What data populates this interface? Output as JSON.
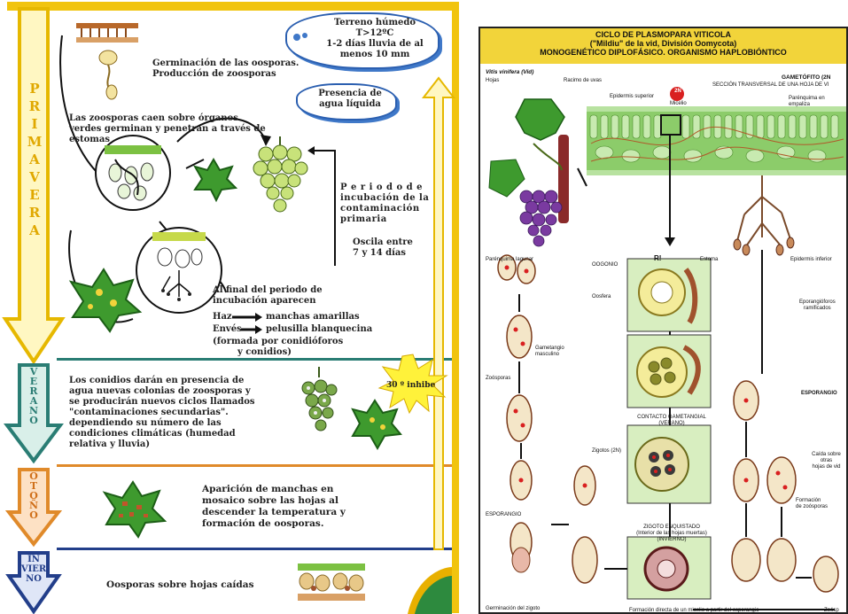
{
  "left": {
    "seasons": {
      "primavera": [
        "P",
        "R",
        "I",
        "M",
        "A",
        "V",
        "E",
        "R",
        "A"
      ],
      "verano": "VERANO",
      "otono": "OTOÑO",
      "invierno": [
        "IN",
        "VIER",
        "NO"
      ]
    },
    "germination": [
      "Germinación de las oosporas.",
      "Producción de zoosporas"
    ],
    "cloud1": [
      "Terreno húmedo",
      "T>12ºC",
      "1-2 días lluvia de al",
      "menos 10 mm"
    ],
    "cloud2": [
      "Presencia de",
      "agua líquida"
    ],
    "zoospores": [
      "Las zoosporas caen sobre órganos",
      "verdes germinan y penetran a través de",
      "estomas"
    ],
    "incubation": [
      "P e r i o d o   d e",
      "incubación de la",
      "contaminación",
      "primaria"
    ],
    "oscila": [
      "Oscila entre",
      "7 y 14 días"
    ],
    "end_incubation": [
      "Al final del periodo de",
      "incubación aparecen"
    ],
    "haz_label": "Haz",
    "haz_value": "manchas amarillas",
    "enves_label": "Envés",
    "enves_value": "pelusilla blanquecina",
    "formada": [
      "(formada por conidióforos",
      "y conidios)"
    ],
    "verano_text": [
      "Los conidios darán en presencia de",
      "agua  nuevas colonias de zoosporas y",
      "se producirán nuevos ciclos llamados",
      "\"contaminaciones   secundarias\".",
      "dependiendo  su  número  de  las",
      "condiciones  climáticas  (humedad",
      "relativa y lluvia)"
    ],
    "inhibe": "30 º inhibe",
    "otono_text": [
      "Aparición de manchas en",
      "mosaico sobre las hojas al",
      "descender la temperatura y",
      "formación de oosporas."
    ],
    "invierno_text": "Oosporas sobre hojas caídas"
  },
  "right": {
    "title1": "CICLO DE PLASMOPARA VITICOLA",
    "title2": "(\"Mildiu\" de la vid, División Oomycota)",
    "title3": "MONOGENÉTICO DIPLOFÁSICO. ORGANISMO HAPLOBIÓNTICO",
    "vitis": "Vitis vinifera (Vid)",
    "hojas": "Hojas",
    "racimo": "Racimo de uvas",
    "epidermis_sup": "Epidermis superior",
    "two_n": "2N",
    "micelio": "Micelio",
    "gametofito": "GAMETÓFITO (2N",
    "seccion": "SECCIÓN TRANSVERSAL DE UNA HOJA DE VI",
    "parenquima_emp": "Parénquima en empaliza",
    "parenquima_lag": "Parénquima lagunar",
    "estoma": "Estoma",
    "epidermis_inf": "Epidermis inferior",
    "r": "R!",
    "oogonio": "OOGONIO",
    "oosfera": "Oosfera",
    "gametangio": [
      "Gametangio",
      "masculino"
    ],
    "eporangioforos": [
      "Eporangióforos",
      "ramificados"
    ],
    "zoosporas": "Zoósporas",
    "esporangio": "ESPORANGIO",
    "contacto": [
      "CONTACTO GAMETANGIAL",
      "(VERANO)"
    ],
    "caida": [
      "Caída sobre otras",
      "hojas de vid"
    ],
    "zigotos": "Zigotos (2N)",
    "formacion": [
      "Formación",
      "de zoósporas"
    ],
    "esporangio2": "ESPORANGIO",
    "zigoto_enq": [
      "ZIGOTO ENQUISTADO",
      "(Interior de las hojas muertas)",
      "(INVIERNO)"
    ],
    "germinacion": "Germinación del zigoto",
    "formacion_directa": "Formación directa de un micelio a partir del esporangio",
    "zoos2": "Zoósp"
  }
}
